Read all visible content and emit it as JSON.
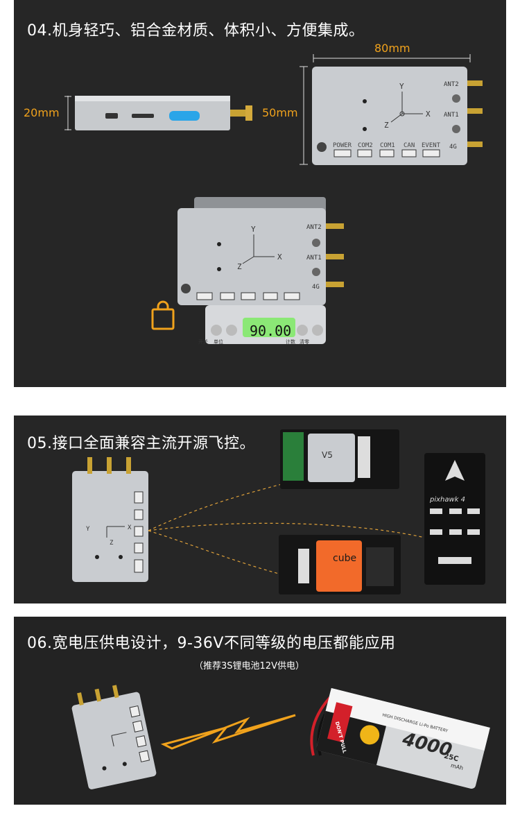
{
  "section4": {
    "title": "04.机身轻巧、铝合金材质、体积小、方便集成。",
    "dim_width": "80mm",
    "dim_height": "50mm",
    "dim_thickness": "20mm",
    "scale": {
      "reading": "90.00",
      "btn1": "开关",
      "btn2": "单位",
      "btn3": "计数",
      "btn4": "清零"
    }
  },
  "section5": {
    "title": "05.接口全面兼容主流开源飞控。",
    "controllers": [
      "V5",
      "pixhawk 4",
      "cube"
    ]
  },
  "section6": {
    "title": "06.宽电压供电设计，9-36V不同等级的电压都能应用",
    "subtitle": "（推荐3S锂电池12V供电）",
    "battery": {
      "capacity": "4000",
      "unit": "mAh",
      "rate": "25C",
      "label": "HIGH DISCHARGE Li-Po BATTERY",
      "warn": "DON'T PULL"
    }
  },
  "device_labels": {
    "ports": [
      "POWER",
      "COM2",
      "COM1",
      "CAN",
      "EVENT"
    ],
    "antennas": [
      "ANT2",
      "ANT1",
      "4G"
    ],
    "axes": [
      "Y",
      "X",
      "Z"
    ]
  },
  "colors": {
    "accent": "#f0a21c",
    "panel": "#262626",
    "aluminum": "#c9cccf",
    "orange_cube": "#f26a2a"
  }
}
